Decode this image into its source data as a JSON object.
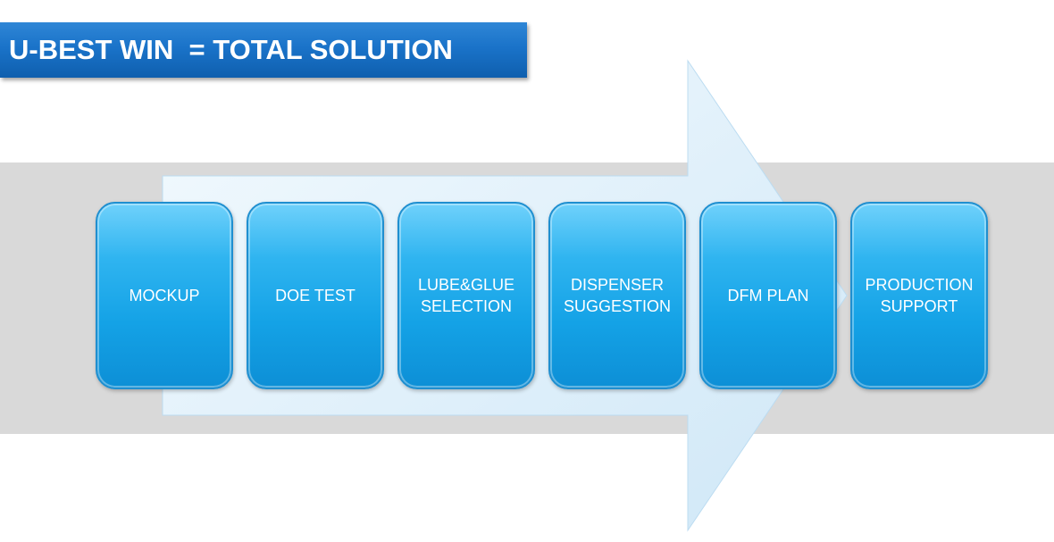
{
  "title": "U-BEST WIN  = TOTAL SOLUTION",
  "steps": [
    {
      "label": "MOCKUP"
    },
    {
      "label": "DOE TEST"
    },
    {
      "label": "LUBE&GLUE\nSELECTION"
    },
    {
      "label": "DISPENSER\nSUGGESTION"
    },
    {
      "label": "DFM PLAN"
    },
    {
      "label": "PRODUCTION\nSUPPORT"
    }
  ],
  "colors": {
    "title_bar": "#1a73c9",
    "band": "#d9d9d9",
    "arrow_fill": "#dbeefa",
    "step_fill": "#14a2e6",
    "step_text": "#ffffff"
  }
}
